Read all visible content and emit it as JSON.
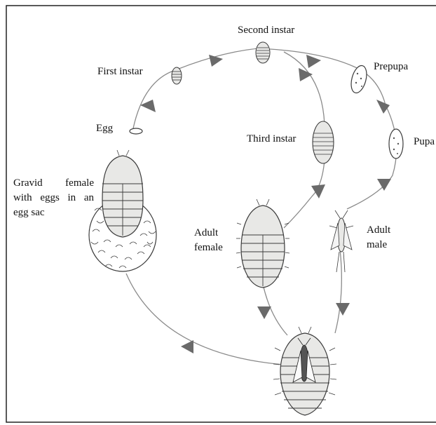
{
  "labels": {
    "second_instar": "Second instar",
    "first_instar": "First instar",
    "prepupa": "Prepupa",
    "egg": "Egg",
    "third_instar": "Third instar",
    "pupa": "Pupa",
    "gravid_female": "Gravid female with eggs in an egg sac",
    "adult_female": "Adult female",
    "adult_male": "Adult male"
  },
  "colors": {
    "arrow": "#6a6a6a",
    "cycle_line": "#8a8a8a",
    "body_fill": "#e8e8e6",
    "outline": "#3a3a3a",
    "frame": "#222222"
  }
}
